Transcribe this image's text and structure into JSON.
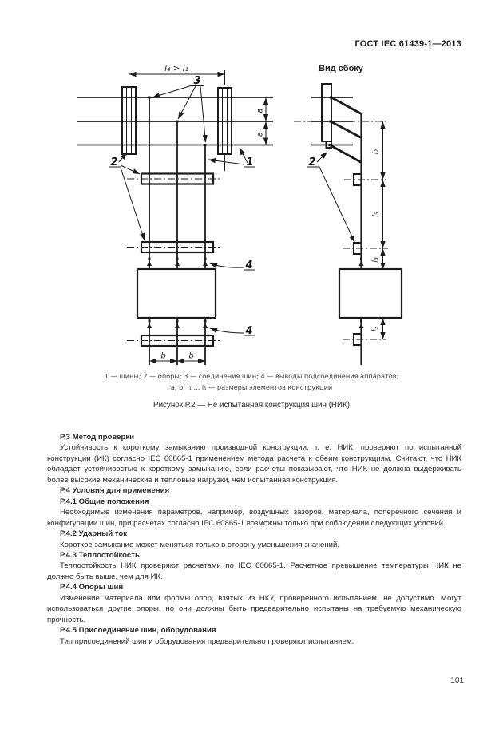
{
  "document": {
    "standard_ref": "ГОСТ IEC 61439-1—2013",
    "page_number": "101"
  },
  "figure": {
    "side_view_title": "Вид сбоку",
    "callouts": {
      "busbars": "1",
      "supports": "2",
      "joints": "3",
      "terminals": "4"
    },
    "dimensions": {
      "top_condition": "l₄ > l₁",
      "a": "a",
      "b": "b",
      "l2": "l₂",
      "l5": "l₅",
      "l3": "l₃"
    },
    "legend_line1": "1 — шины; 2 — опоры; 3 — соединения шин; 4 — выводы подсоединения аппаратов;",
    "legend_line2": "a, b, l₁ ... l₅ — размеры элементов конструкции",
    "title": "Рисунок Р.2 — Не испытанная конструкция шин (НИК)"
  },
  "sections": [
    {
      "heading": "Р.3 Метод проверки",
      "body": "Устойчивость к короткому замыканию производной конструкции, т. е. НИК, проверяют по испытанной конструкции (ИК) согласно IEC 60865-1 применением метода расчета к обеим конструкциям. Считают, что НИК обладает устойчивостью к короткому замыканию, если расчеты показывают, что НИК не должна выдерживать более высокие механические и тепловые нагрузки, чем испытанная конструкция."
    },
    {
      "heading": "Р.4 Условия для применения"
    },
    {
      "heading": "Р.4.1 Общие положения",
      "body": "Необходимые изменения параметров, например, воздушных зазоров, материала, поперечного сечения и конфигурации шин, при расчетах согласно IEC 60865-1 возможны только при соблюдении следующих условий."
    },
    {
      "heading": "Р.4.2 Ударный ток",
      "body": "Короткое замыкание может меняться только в сторону уменьшения значений."
    },
    {
      "heading": "Р.4.3 Теплостойкость",
      "body": "Теплостойкость НИК проверяют расчетами по IEC 60865-1. Расчетное превышение температуры НИК не должно быть выше, чем для ИК."
    },
    {
      "heading": "Р.4.4 Опоры шин",
      "body": "Изменение материала или формы опор, взятых из НКУ, проверенного испытанием, не допустимо. Могут использоваться другие опоры, но они должны быть предварительно испытаны на требуемую механическую прочность."
    },
    {
      "heading": "Р.4.5 Присоединение шин, оборудования",
      "body": "Тип присоединений шин и оборудования предварительно проверяют испытанием."
    }
  ]
}
